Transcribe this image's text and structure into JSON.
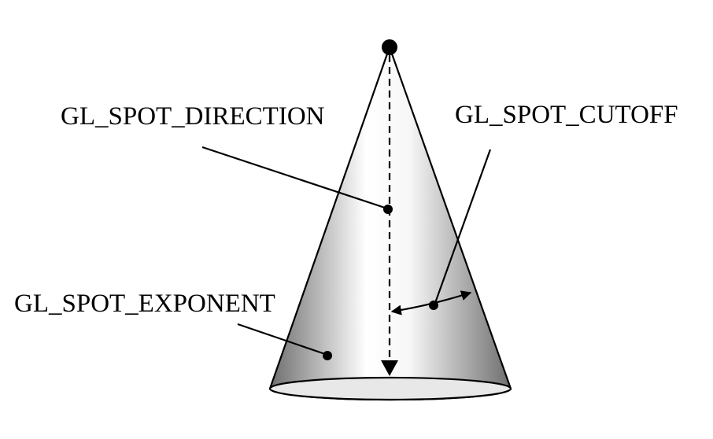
{
  "labels": {
    "direction": "GL_SPOT_DIRECTION",
    "cutoff": "GL_SPOT_CUTOFF",
    "exponent": "GL_SPOT_EXPONENT"
  },
  "colors": {
    "line": "#000000",
    "cone_dark": "#6e6e6e",
    "cone_light": "#ffffff",
    "base_fill": "#e8e8e8"
  }
}
